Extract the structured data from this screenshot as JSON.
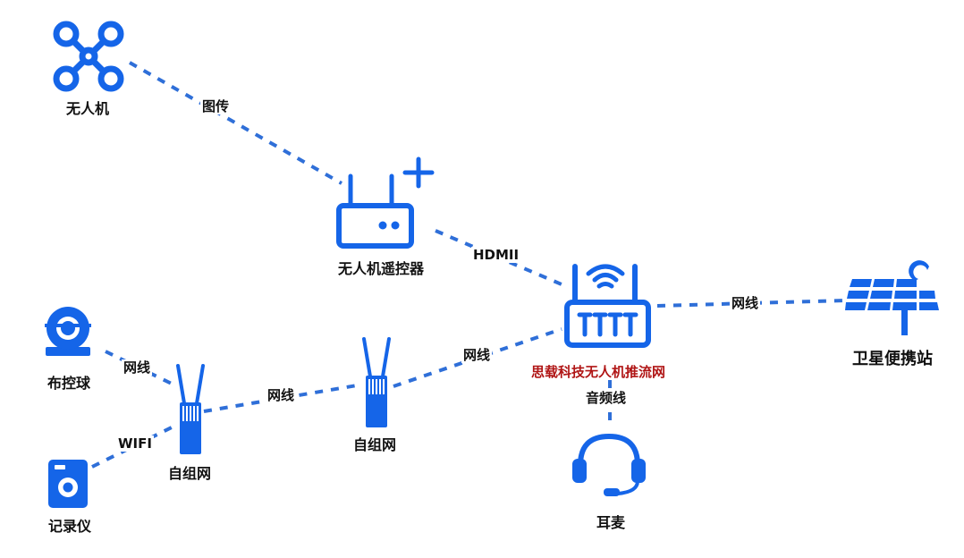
{
  "colors": {
    "icon": "#1565e8",
    "link": "#2f6fd8",
    "label": "#111111",
    "brand": "#b01515"
  },
  "nodes": {
    "drone": {
      "label": "无人机",
      "icon": "drone-icon"
    },
    "controller": {
      "label": "无人机遥控器",
      "icon": "remote-controller-icon"
    },
    "router": {
      "label": "思载科技无人机推流网",
      "icon": "stream-router-icon"
    },
    "satellite": {
      "label": "卫星便携站",
      "icon": "satellite-panel-icon"
    },
    "ptz": {
      "label": "布控球",
      "icon": "ptz-camera-icon"
    },
    "recorder": {
      "label": "记录仪",
      "icon": "body-camera-icon"
    },
    "mesh1": {
      "label": "自组网",
      "icon": "mesh-radio-icon"
    },
    "mesh2": {
      "label": "自组网",
      "icon": "mesh-radio-icon"
    },
    "headset": {
      "label": "耳麦",
      "icon": "headset-icon"
    }
  },
  "links": {
    "drone_controller": "图传",
    "controller_router": "HDMII",
    "router_satellite": "网线",
    "router_headset": "音频线",
    "mesh2_router": "网线",
    "mesh1_mesh2": "网线",
    "ptz_mesh1": "网线",
    "recorder_mesh1": "WIFI"
  }
}
